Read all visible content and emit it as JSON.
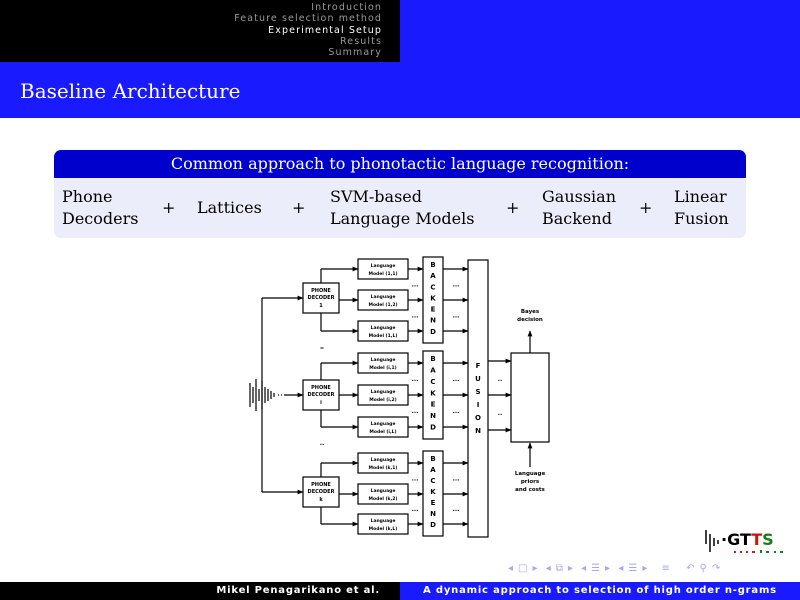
{
  "header": {
    "sections": [
      {
        "label": "Introduction",
        "current": false
      },
      {
        "label": "Feature selection method",
        "current": false
      },
      {
        "label": "Experimental Setup",
        "current": true
      },
      {
        "label": "Results",
        "current": false
      },
      {
        "label": "Summary",
        "current": false
      }
    ]
  },
  "frame": {
    "title": "Baseline Architecture"
  },
  "block": {
    "title": "Common approach to phonotactic language recognition:",
    "items": [
      {
        "line1": "Phone",
        "line2": "Decoders"
      },
      {
        "line1": "Lattices",
        "line2": ""
      },
      {
        "line1": "SVM-based",
        "line2": "Language Models"
      },
      {
        "line1": "Gaussian",
        "line2": "Backend"
      },
      {
        "line1": "Linear",
        "line2": "Fusion"
      }
    ],
    "plus": "+"
  },
  "diagram": {
    "decoders": [
      {
        "line1": "PHONE",
        "line2": "DECODER",
        "line3": "1"
      },
      {
        "line1": "PHONE",
        "line2": "DECODER",
        "line3": "i"
      },
      {
        "line1": "PHONE",
        "line2": "DECODER",
        "line3": "k"
      }
    ],
    "models": [
      [
        "Language Model (1,1)",
        "Language Model (1,2)",
        "Language Model (1,L)"
      ],
      [
        "Language Model (i,1)",
        "Language Model (i,2)",
        "Language Model (i,L)"
      ],
      [
        "Language Model (k,1)",
        "Language Model (k,2)",
        "Language Model (k,L)"
      ]
    ],
    "backend_label": "BACKEND",
    "fusion_label": "FUSION",
    "ellipsis": "...",
    "output_label_1": "Bayes",
    "output_label_2": "decision",
    "priors_label_1": "Language",
    "priors_label_2": "priors",
    "priors_label_3": "and costs"
  },
  "logo": {
    "text": "GTTS",
    "colors": {
      "g": "#000000",
      "t1": "#000000",
      "t2": "#d01010",
      "s": "#1a7a1a"
    }
  },
  "navigation": {
    "icons": [
      "nav-left-arrow",
      "frame-icon",
      "nav-right-arrow",
      "nav-left-arrow",
      "subsection-icon",
      "nav-right-arrow",
      "nav-left-arrow",
      "section-icon",
      "nav-right-arrow",
      "nav-left-arrow",
      "document-icon",
      "nav-right-arrow",
      "align-icon",
      "back-icon",
      "search-icon",
      "forward-icon"
    ]
  },
  "footer": {
    "author": "Mikel Penagarikano et al.",
    "title": "A dynamic approach to selection of high order n-grams"
  },
  "colors": {
    "header_blue": "#1a1aff",
    "block_head": "#0000cc",
    "block_body": "#ecedfb"
  }
}
